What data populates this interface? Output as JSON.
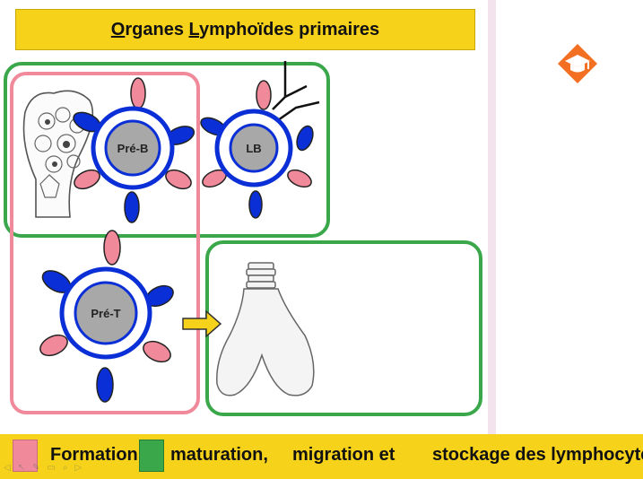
{
  "title": {
    "first_letter_1": "O",
    "rest_1": "rganes ",
    "first_letter_2": "L",
    "rest_2": "ymphoïdes primaires"
  },
  "cells": {
    "pre_b": "Pré-B",
    "lb": "LB",
    "pre_t": "Pré-T"
  },
  "legend": {
    "formation": "Formation,",
    "maturation": "maturation,",
    "migration": "migration et",
    "stockage": "stockage des lymphocytes"
  },
  "colors": {
    "pink": "#f08a9a",
    "green": "#3aa84a",
    "blue": "#0a2fd6",
    "yellow": "#f7d21a",
    "nucleus": "#a8a8a8",
    "logo": "#f36f21"
  },
  "icons": {
    "logo": "graduation-cap-logo-icon",
    "arrow": "right-arrow-icon",
    "toolbar": [
      "previous-icon",
      "pointer-icon",
      "pen-icon",
      "slides-icon",
      "zoom-icon",
      "next-icon"
    ]
  }
}
